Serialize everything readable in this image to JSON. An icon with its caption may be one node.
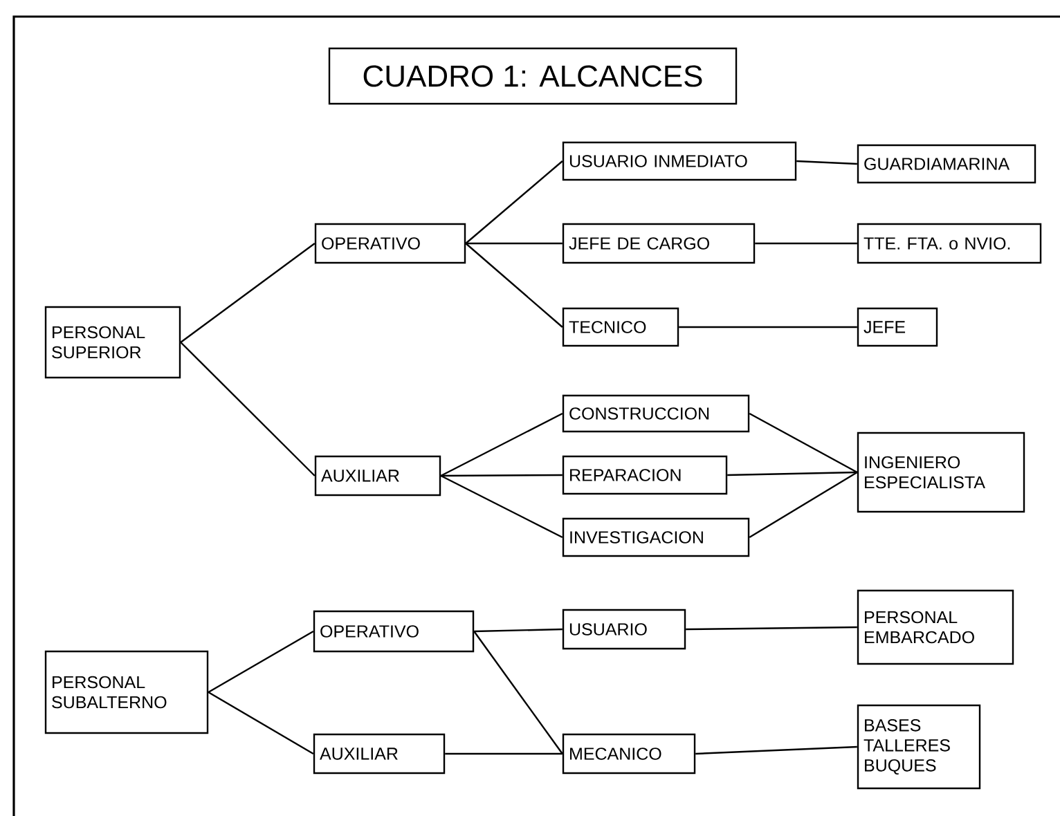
{
  "diagram": {
    "title": "CUADRO 1: ALCANCES",
    "nodes": [
      {
        "text": [
          "PERSONAL SUPERIOR"
        ]
      },
      {
        "text": [
          "OPERATIVO"
        ]
      },
      {
        "text": [
          "AUXILIAR"
        ]
      },
      {
        "text": [
          "USUARIO INMEDIATO"
        ]
      },
      {
        "text": [
          "GUARDIAMARINA"
        ]
      },
      {
        "text": [
          "JEFE DE CARGO"
        ]
      },
      {
        "text": [
          "TTE. FTA. o NVIO."
        ]
      },
      {
        "text": [
          "TECNICO"
        ]
      },
      {
        "text": [
          "JEFE"
        ]
      },
      {
        "text": [
          "CONSTRUCCION"
        ]
      },
      {
        "text": [
          "REPARACION"
        ]
      },
      {
        "text": [
          "INGENIERO ESPECIALISTA"
        ]
      },
      {
        "text": [
          "INVESTIGACION"
        ]
      },
      {
        "text": [
          "PERSONAL SUBALTERNO"
        ]
      },
      {
        "text": [
          "OPERATIVO"
        ]
      },
      {
        "text": [
          "AUXILIAR"
        ]
      },
      {
        "text": [
          "USUARIO"
        ]
      },
      {
        "text": [
          "PERSONAL EMBARCADO"
        ]
      },
      {
        "text": [
          "MECANICO"
        ]
      },
      {
        "text": [
          "BASES TALLERES BUQUES"
        ]
      }
    ],
    "edges": [
      {
        "from": 0,
        "to": 1,
        "arrow": "none"
      },
      {
        "from": 0,
        "to": 2,
        "arrow": "none"
      },
      {
        "from": 1,
        "to": 3,
        "arrow": "none"
      },
      {
        "from": 1,
        "to": 5,
        "arrow": "none"
      },
      {
        "from": 1,
        "to": 7,
        "arrow": "none"
      },
      {
        "from": 3,
        "to": 4,
        "arrow": "none"
      },
      {
        "from": 5,
        "to": 6,
        "arrow": "none"
      },
      {
        "from": 7,
        "to": 8,
        "arrow": "none"
      },
      {
        "from": 2,
        "to": 9,
        "arrow": "none"
      },
      {
        "from": 2,
        "to": 10,
        "arrow": "none"
      },
      {
        "from": 2,
        "to": 12,
        "arrow": "none"
      },
      {
        "from": 9,
        "to": 11,
        "arrow": "none"
      },
      {
        "from": 10,
        "to": 11,
        "arrow": "none"
      },
      {
        "from": 12,
        "to": 11,
        "arrow": "none"
      },
      {
        "from": 13,
        "to": 14,
        "arrow": "none"
      },
      {
        "from": 13,
        "to": 15,
        "arrow": "none"
      },
      {
        "from": 14,
        "to": 16,
        "arrow": "none"
      },
      {
        "from": 14,
        "to": 18,
        "arrow": "none"
      },
      {
        "from": 15,
        "to": 18,
        "arrow": "none"
      },
      {
        "from": 16,
        "to": 17,
        "arrow": "none"
      },
      {
        "from": 18,
        "to": 19,
        "arrow": "none"
      }
    ]
  }
}
